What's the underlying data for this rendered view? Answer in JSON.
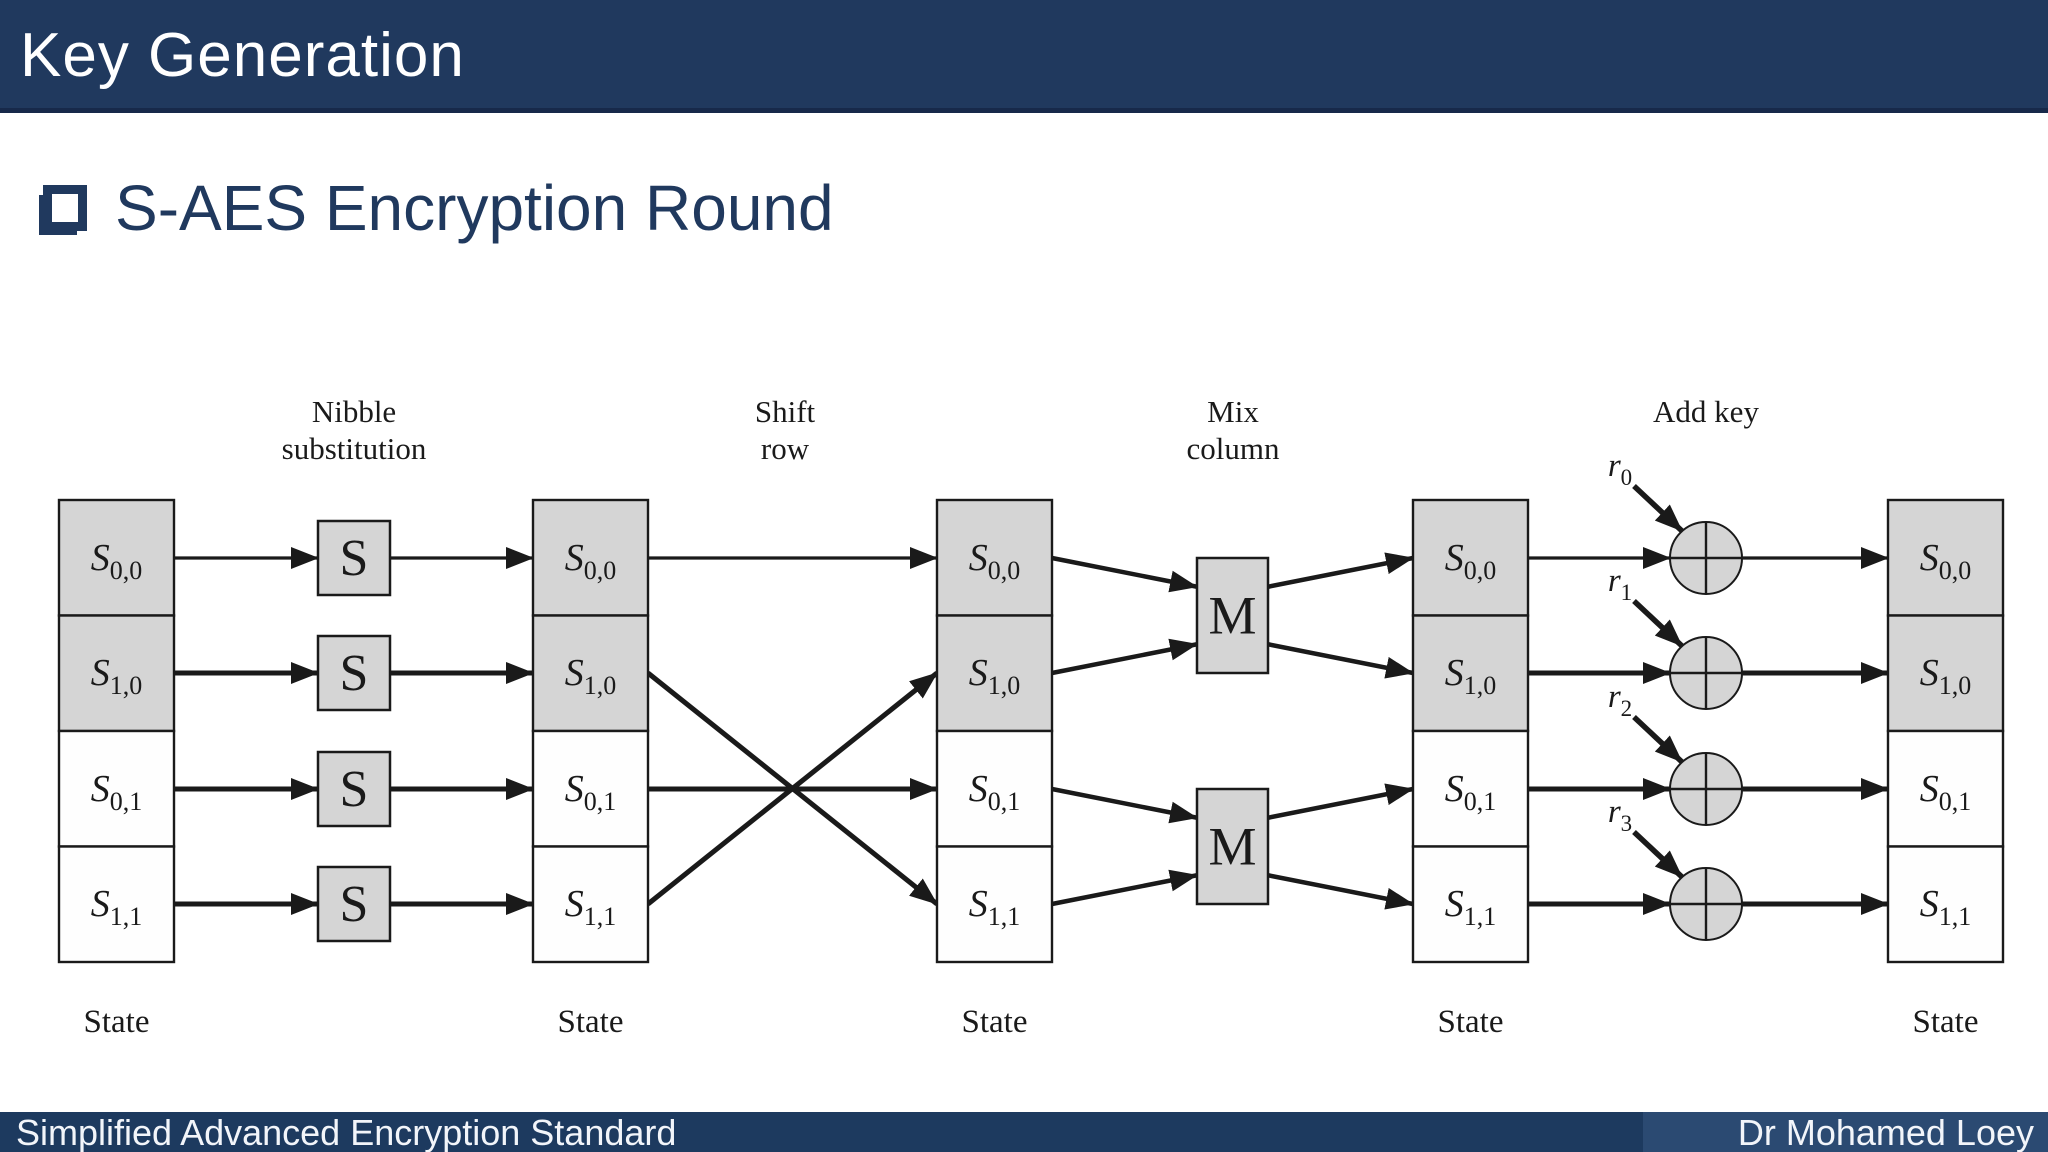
{
  "header": {
    "title": "Key Generation"
  },
  "title": {
    "bullet_icon": "shadowed-hollow-square",
    "text": "S-AES Encryption Round"
  },
  "footer": {
    "left": "Simplified Advanced Encryption Standard",
    "right": "Dr Mohamed Loey"
  },
  "colors": {
    "navy": "#20395E",
    "navy_dark_edge": "#17294A",
    "footer_navy": "#1D3A5F",
    "footer_navy_light": "#2B4A72",
    "cell_gray": "#D5D5D5",
    "cell_white": "#FEFEFE",
    "line": "#1A1A1A"
  },
  "diagram": {
    "stages": [
      {
        "label_lines": [
          "Nibble",
          "substitution"
        ]
      },
      {
        "label_lines": [
          "Shift",
          "row"
        ]
      },
      {
        "label_lines": [
          "Mix",
          "column"
        ]
      },
      {
        "label_lines": [
          "Add key"
        ]
      }
    ],
    "num_state_columns": 5,
    "cell_labels": [
      {
        "base": "S",
        "sub": "0,0"
      },
      {
        "base": "S",
        "sub": "1,0"
      },
      {
        "base": "S",
        "sub": "0,1"
      },
      {
        "base": "S",
        "sub": "1,1"
      }
    ],
    "row_shades": [
      "gray",
      "gray",
      "white",
      "white"
    ],
    "sbox_label": "S",
    "mbox_label": "M",
    "round_key_labels": [
      {
        "base": "r",
        "sub": "0"
      },
      {
        "base": "r",
        "sub": "1"
      },
      {
        "base": "r",
        "sub": "2"
      },
      {
        "base": "r",
        "sub": "3"
      }
    ],
    "shift_row_map": [
      0,
      3,
      2,
      1
    ],
    "state_caption": "State"
  }
}
